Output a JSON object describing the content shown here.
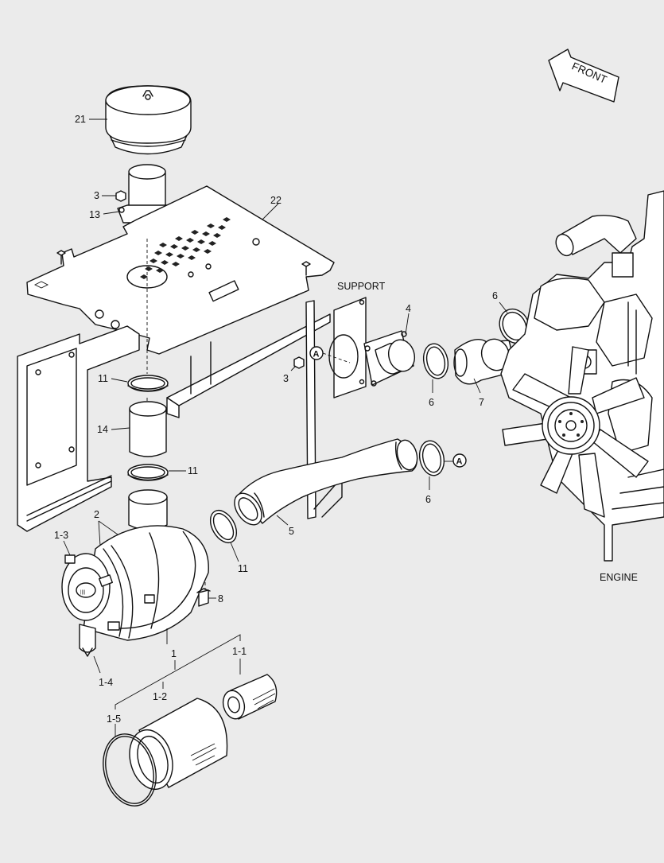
{
  "labels": {
    "front": "FRONT",
    "support": "SUPPORT",
    "engine": "ENGINE",
    "p21": "21",
    "p3a": "3",
    "p13": "13",
    "p22": "22",
    "p11a": "11",
    "p14": "14",
    "p11b": "11",
    "p2": "2",
    "p1_3": "1-3",
    "p1_4": "1-4",
    "p1": "1",
    "p1_1": "1-1",
    "p1_2": "1-2",
    "p1_5": "1-5",
    "p8": "8",
    "p11c": "11",
    "p5": "5",
    "p3b": "3",
    "p4": "4",
    "p6a": "6",
    "p7": "7",
    "p6b": "6",
    "p6c": "6",
    "refA1": "A",
    "refA2": "A"
  },
  "colors": {
    "background": "#ebebeb",
    "line": "#111111",
    "fill": "#ffffff"
  },
  "icons": [
    "front-arrow-icon",
    "reference-a-icon"
  ]
}
